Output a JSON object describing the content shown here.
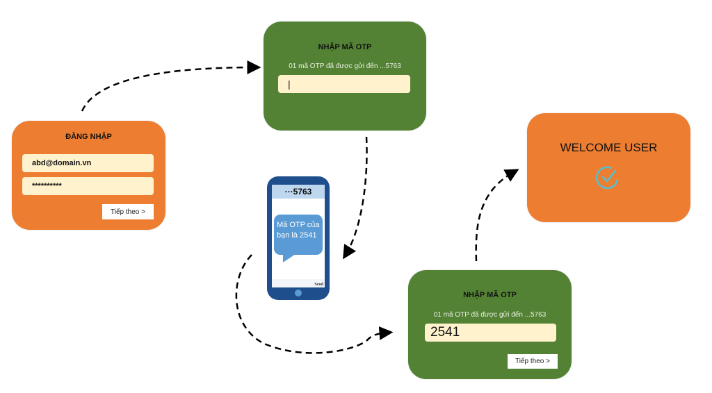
{
  "login_card": {
    "title": "ĐĂNG NHẬP",
    "email_value": "abd@domain.vn",
    "password_value": "**********",
    "next_button": "Tiếp theo >",
    "color": "#ed7d31"
  },
  "otp_card_empty": {
    "title": "NHẬP MÃ OTP",
    "note": "01 mã OTP đã được gửi đến ...5763",
    "input_value": "|",
    "color": "#548235"
  },
  "phone": {
    "header": "···5763",
    "message": "Mã OTP của bạn là 2541",
    "send_label": "Send",
    "frame_color": "#1f4e8c",
    "bubble_color": "#5b9bd5"
  },
  "otp_card_filled": {
    "title": "NHẬP MÃ OTP",
    "note": "01 mã OTP đã được gửi đến ...5763",
    "input_value": "2541",
    "next_button": "Tiếp theo >",
    "color": "#548235"
  },
  "welcome_card": {
    "title": "WELCOME USER",
    "icon": "check-circle-icon",
    "icon_color": "#4dc3d6",
    "color": "#ed7d31"
  }
}
